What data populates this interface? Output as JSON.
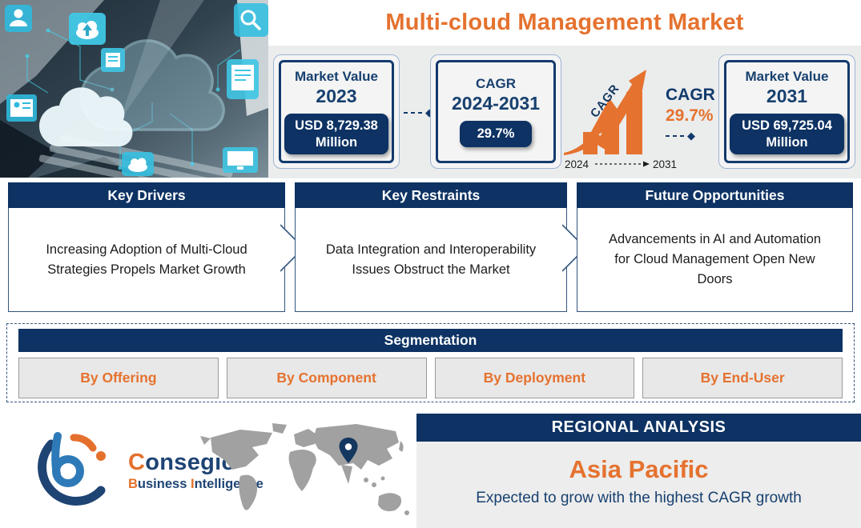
{
  "colors": {
    "navy": "#123A6D",
    "navy_dark": "#0D3263",
    "orange": "#E5722F",
    "band_gray": "#EBECEC",
    "segment_gray": "#E8E8E8",
    "map_gray": "#A1A1A1",
    "panel_gray": "#EDEDED",
    "text_dark": "#1C1C1C",
    "icon_teal": "#3FC7E6"
  },
  "header": {
    "title": "Multi-cloud Management Market"
  },
  "stats": {
    "market_value_2023": {
      "label": "Market Value",
      "year": "2023",
      "value": "USD 8,729.38 Million"
    },
    "cagr_period": {
      "label": "CAGR",
      "year": "2024-2031",
      "value": "29.7%"
    },
    "growth_graphic": {
      "arrow_label": "CAGR",
      "cagr_label": "CAGR",
      "cagr_value": "29.7%",
      "start_year": "2024",
      "end_year": "2031"
    },
    "market_value_2031": {
      "label": "Market Value",
      "year": "2031",
      "value": "USD 69,725.04 Million"
    }
  },
  "insights": [
    {
      "title": "Key Drivers",
      "text": "Increasing Adoption of Multi-Cloud Strategies Propels Market Growth"
    },
    {
      "title": "Key Restraints",
      "text": "Data Integration and Interoperability Issues Obstruct the Market"
    },
    {
      "title": "Future Opportunities",
      "text": "Advancements in AI and Automation for Cloud Management Open New Doors"
    }
  ],
  "segmentation": {
    "title": "Segmentation",
    "items": [
      "By Offering",
      "By Component",
      "By Deployment",
      "By End-User"
    ]
  },
  "regional": {
    "title": "REGIONAL ANALYSIS",
    "region": "Asia Pacific",
    "subtitle": "Expected to grow with the highest CAGR growth"
  },
  "brand": {
    "name_c": "C",
    "name_rest": "onsegic",
    "line2_b": "B",
    "line2_rest": "usiness ",
    "line2_i": "I",
    "line2_rest2": "ntelligence"
  }
}
